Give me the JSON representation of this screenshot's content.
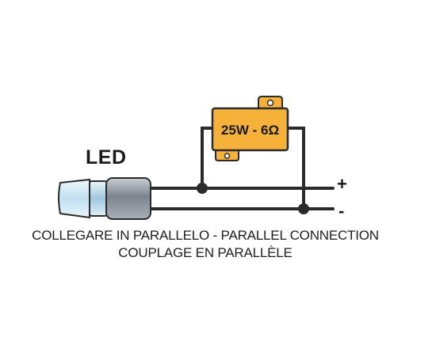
{
  "led": {
    "label": "LED"
  },
  "resistor": {
    "label": "25W - 6Ω"
  },
  "terminals": {
    "positive": "+",
    "negative": "-"
  },
  "caption": {
    "line1": "COLLEGARE IN PARALLELO - PARALLEL CONNECTION",
    "line2": "COUPLAGE EN PARALLÈLE"
  },
  "colors": {
    "wire": "#2b2b2b",
    "resistor_body": "#f5b13a",
    "resistor_outline": "#2b2b2b",
    "led_lens": "#cfe7f5",
    "led_base": "#8a9099"
  }
}
